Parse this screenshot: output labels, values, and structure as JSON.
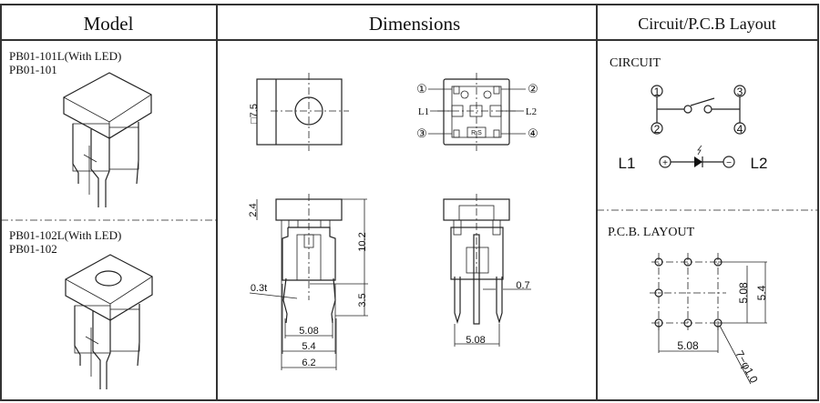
{
  "header": {
    "model": "Model",
    "dimensions": "Dimensions",
    "circuit_layout": "Circuit/P.C.B Layout"
  },
  "models": [
    {
      "name_led": "PB01-101L(With LED)",
      "name": "PB01-101"
    },
    {
      "name_led": "PB01-102L(With LED)",
      "name": "PB01-102"
    }
  ],
  "dimensions": {
    "top_square": "□7.5",
    "pins": [
      "①",
      "②",
      "③",
      "④"
    ],
    "l1": "L1",
    "l2": "L2",
    "rs": "R.S",
    "cap_height": "2.4",
    "total_height": "10.2",
    "pin_length": "3.5",
    "pin_thickness": "0.3t",
    "pin_pitch": "5.08",
    "body_width": "5.4",
    "cap_width": "6.2",
    "pin_width": "0.7",
    "side_pin_pitch": "5.08"
  },
  "circuit": {
    "title": "CIRCUIT",
    "pins": [
      "1",
      "2",
      "3",
      "4"
    ],
    "l1": "L1",
    "l2": "L2",
    "plus": "+",
    "minus": "−"
  },
  "pcb": {
    "title": "P.C.B. LAYOUT",
    "v_pitch": "5.08",
    "v_span": "5.4",
    "h_pitch": "5.08",
    "holes": "7−φ1.0"
  }
}
